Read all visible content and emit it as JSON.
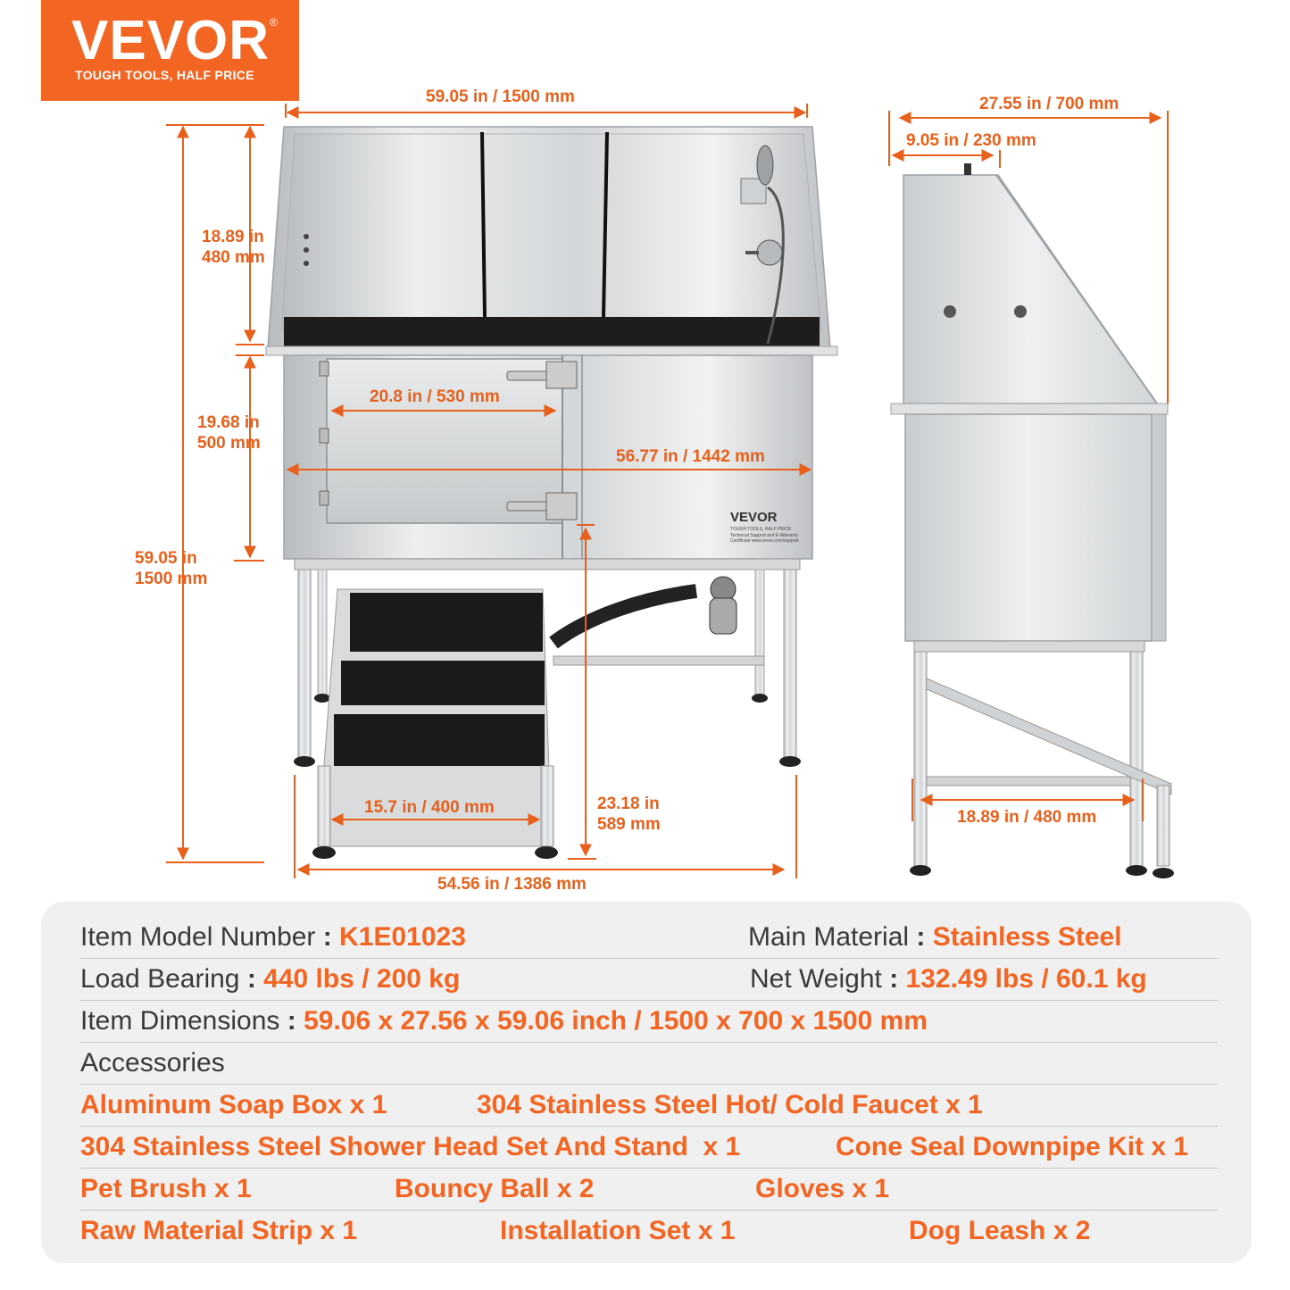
{
  "brand": {
    "name": "VEVOR",
    "reg": "®",
    "tagline": "TOUGH TOOLS, HALF PRICE"
  },
  "dimensions": {
    "front_width": "59.05 in / 1500 mm",
    "back_height_in": "18.89 in",
    "back_height_mm": "480 mm",
    "tub_height_in": "19.68 in",
    "tub_height_mm": "500 mm",
    "total_height_in": "59.05 in",
    "total_height_mm": "1500 mm",
    "door_width": "20.8 in / 530 mm",
    "tub_width": "56.77 in / 1442 mm",
    "step_width": "15.7 in / 400 mm",
    "leg_height_in": "23.18 in",
    "leg_height_mm": "589 mm",
    "base_width": "54.56 in / 1386 mm",
    "side_depth": "27.55 in / 700 mm",
    "side_top": "9.05 in / 230 mm",
    "side_base": "18.89 in / 480 mm"
  },
  "product_label": {
    "brand": "VEVOR",
    "line1": "TOUGH TOOLS, HALF PRICE",
    "line2": "Technical Support and E-Warranty",
    "line3": "Certificate www.vevor.com/support"
  },
  "specs": {
    "model_label": "Item Model Number",
    "model_value": "K1E01023",
    "material_label": "Main Material",
    "material_value": "Stainless Steel",
    "load_label": "Load Bearing",
    "load_value": "440 lbs / 200 kg",
    "weight_label": "Net Weight",
    "weight_value": "132.49 lbs / 60.1 kg",
    "dims_label": "Item Dimensions",
    "dims_value": "59.06 x 27.56 x 59.06 inch / 1500 x 700 x 1500 mm",
    "colon": ":",
    "accessories_label": "Accessories",
    "accessories": [
      "Aluminum Soap Box x 1",
      "304 Stainless Steel Hot/ Cold Faucet x 1",
      "304 Stainless Steel Shower Head Set And Stand  x 1",
      "Cone Seal Downpipe Kit x 1",
      "Pet Brush x 1",
      "Bouncy Ball x 2",
      "Gloves x 1",
      "Raw Material Strip x 1",
      "Installation Set x 1",
      "Dog Leash x 2"
    ]
  },
  "colors": {
    "accent": "#f26522",
    "dimension": "#e8611c",
    "text": "#3a3a3a",
    "panel": "#f0f0f0"
  }
}
